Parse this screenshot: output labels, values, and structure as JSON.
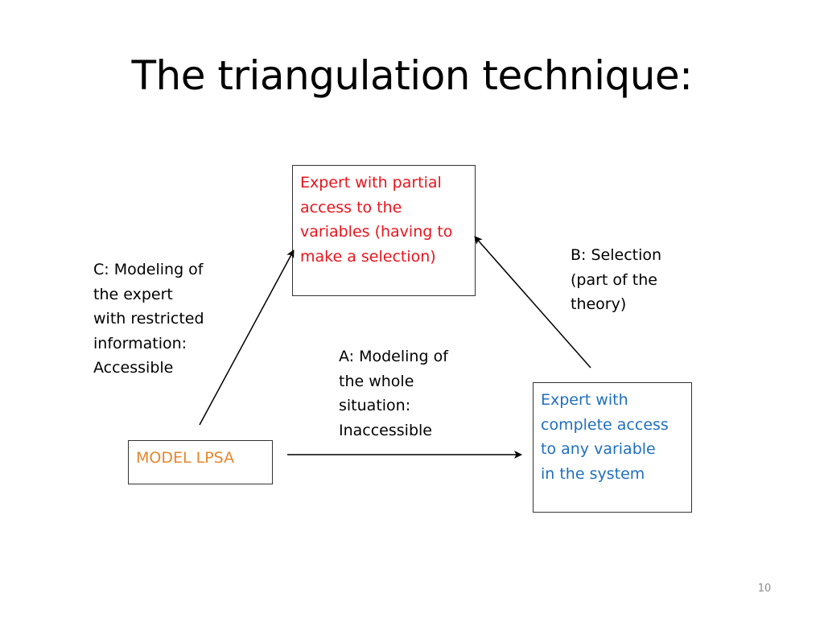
{
  "slide": {
    "title": "The triangulation technique:",
    "page_number": "10"
  },
  "boxes": {
    "partial": {
      "text": "Expert with partial\naccess to the\nvariables (having to\nmake a selection)",
      "color": "#e8141c"
    },
    "complete": {
      "text": "Expert with\ncomplete access\nto any variable\nin the system",
      "color": "#1f6fbf"
    },
    "model": {
      "text": "MODEL LPSA",
      "color": "#e8852c"
    }
  },
  "labels": {
    "c": "C: Modeling of\nthe expert\nwith restricted\ninformation:\nAccessible",
    "b": "B: Selection\n(part of the\ntheory)",
    "a": "A: Modeling of\nthe whole\nsituation:\nInaccessible"
  }
}
